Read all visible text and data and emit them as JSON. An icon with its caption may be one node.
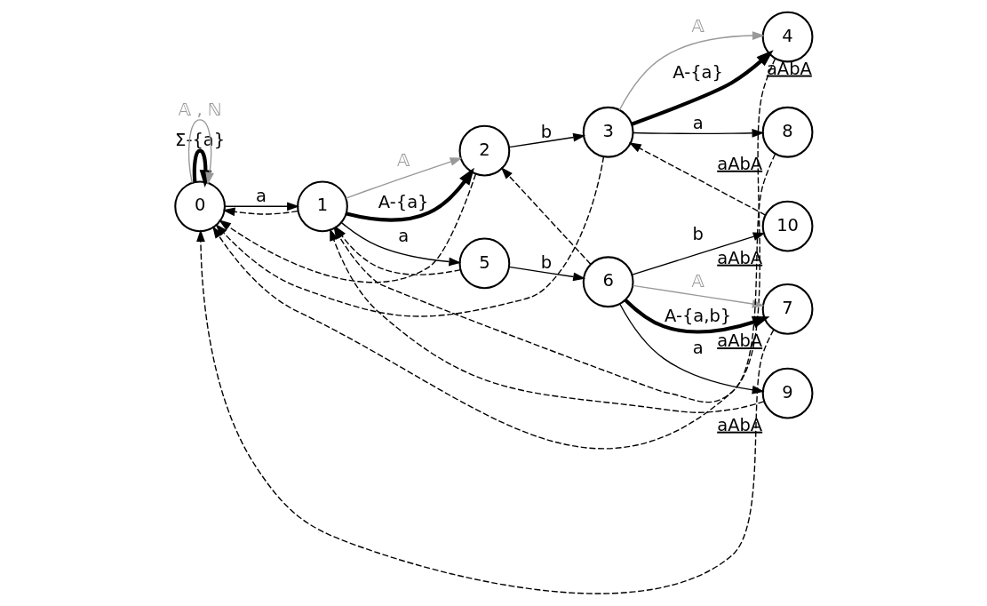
{
  "diagram": {
    "nodes": [
      {
        "text": [
          "0"
        ]
      },
      {
        "text": [
          "1"
        ]
      },
      {
        "text": [
          "2"
        ]
      },
      {
        "text": [
          "3"
        ]
      },
      {
        "text": [
          "4"
        ],
        "beside": [
          "aAbA"
        ]
      },
      {
        "text": [
          "5"
        ]
      },
      {
        "text": [
          "6"
        ]
      },
      {
        "text": [
          "7"
        ],
        "beside": [
          "aAbA"
        ]
      },
      {
        "text": [
          "8"
        ],
        "beside": [
          "aAbA"
        ]
      },
      {
        "text": [
          "9"
        ],
        "beside": [
          "aAbA"
        ]
      },
      {
        "text": [
          "10"
        ],
        "beside": [
          "aAbA"
        ]
      }
    ],
    "edges": [
      {
        "from": 0,
        "to": 0,
        "arrow": "to",
        "label": "Σ-{a}",
        "style": "thick"
      },
      {
        "from": 0,
        "to": 0,
        "arrow": "to",
        "label": "𝔸 , ℕ",
        "color": "#999999"
      },
      {
        "from": 0,
        "to": 1,
        "arrow": "to",
        "label": "a"
      },
      {
        "from": 1,
        "to": 2,
        "arrow": "to",
        "label": "𝔸",
        "color": "#999999"
      },
      {
        "from": 1,
        "to": 2,
        "arrow": "to",
        "label": "A-{a}",
        "style": "thick"
      },
      {
        "from": 2,
        "to": 3,
        "arrow": "to",
        "label": "b"
      },
      {
        "from": 3,
        "to": 8,
        "arrow": "to",
        "label": "a"
      },
      {
        "from": 3,
        "to": 4,
        "arrow": "to",
        "label": "𝔸",
        "color": "#999999"
      },
      {
        "from": 3,
        "to": 4,
        "arrow": "to",
        "label": "A-{a}",
        "style": "thick"
      },
      {
        "from": 1,
        "to": 5,
        "arrow": "to",
        "label": "a"
      },
      {
        "from": 5,
        "to": 6,
        "arrow": "to",
        "label": "b"
      },
      {
        "from": 6,
        "to": 7,
        "arrow": "to",
        "label": "𝔸",
        "color": "#999999"
      },
      {
        "from": 6,
        "to": 7,
        "arrow": "to",
        "label": "A-{a,b}",
        "style": "thick"
      },
      {
        "from": 6,
        "to": 9,
        "arrow": "to",
        "label": "a"
      },
      {
        "from": 6,
        "to": 10,
        "arrow": "to",
        "label": "b"
      },
      {
        "from": 1,
        "to": 0,
        "arrow": "to",
        "style": "dashed"
      },
      {
        "from": 2,
        "to": 0,
        "arrow": "to",
        "style": "dashed"
      },
      {
        "from": 3,
        "to": 0,
        "arrow": "to",
        "style": "dashed"
      },
      {
        "from": 4,
        "to": 0,
        "arrow": "to",
        "style": "dashed"
      },
      {
        "from": 8,
        "to": 1,
        "arrow": "to",
        "style": "dashed"
      },
      {
        "from": 5,
        "to": 1,
        "arrow": "to",
        "style": "dashed"
      },
      {
        "from": 9,
        "to": 1,
        "arrow": "to",
        "style": "dashed"
      },
      {
        "from": 6,
        "to": 2,
        "arrow": "to",
        "style": "dashed"
      },
      {
        "from": 7,
        "to": 0,
        "arrow": "to",
        "style": "dashed"
      },
      {
        "from": 10,
        "to": 3,
        "arrow": "to",
        "style": "dashed"
      }
    ]
  }
}
